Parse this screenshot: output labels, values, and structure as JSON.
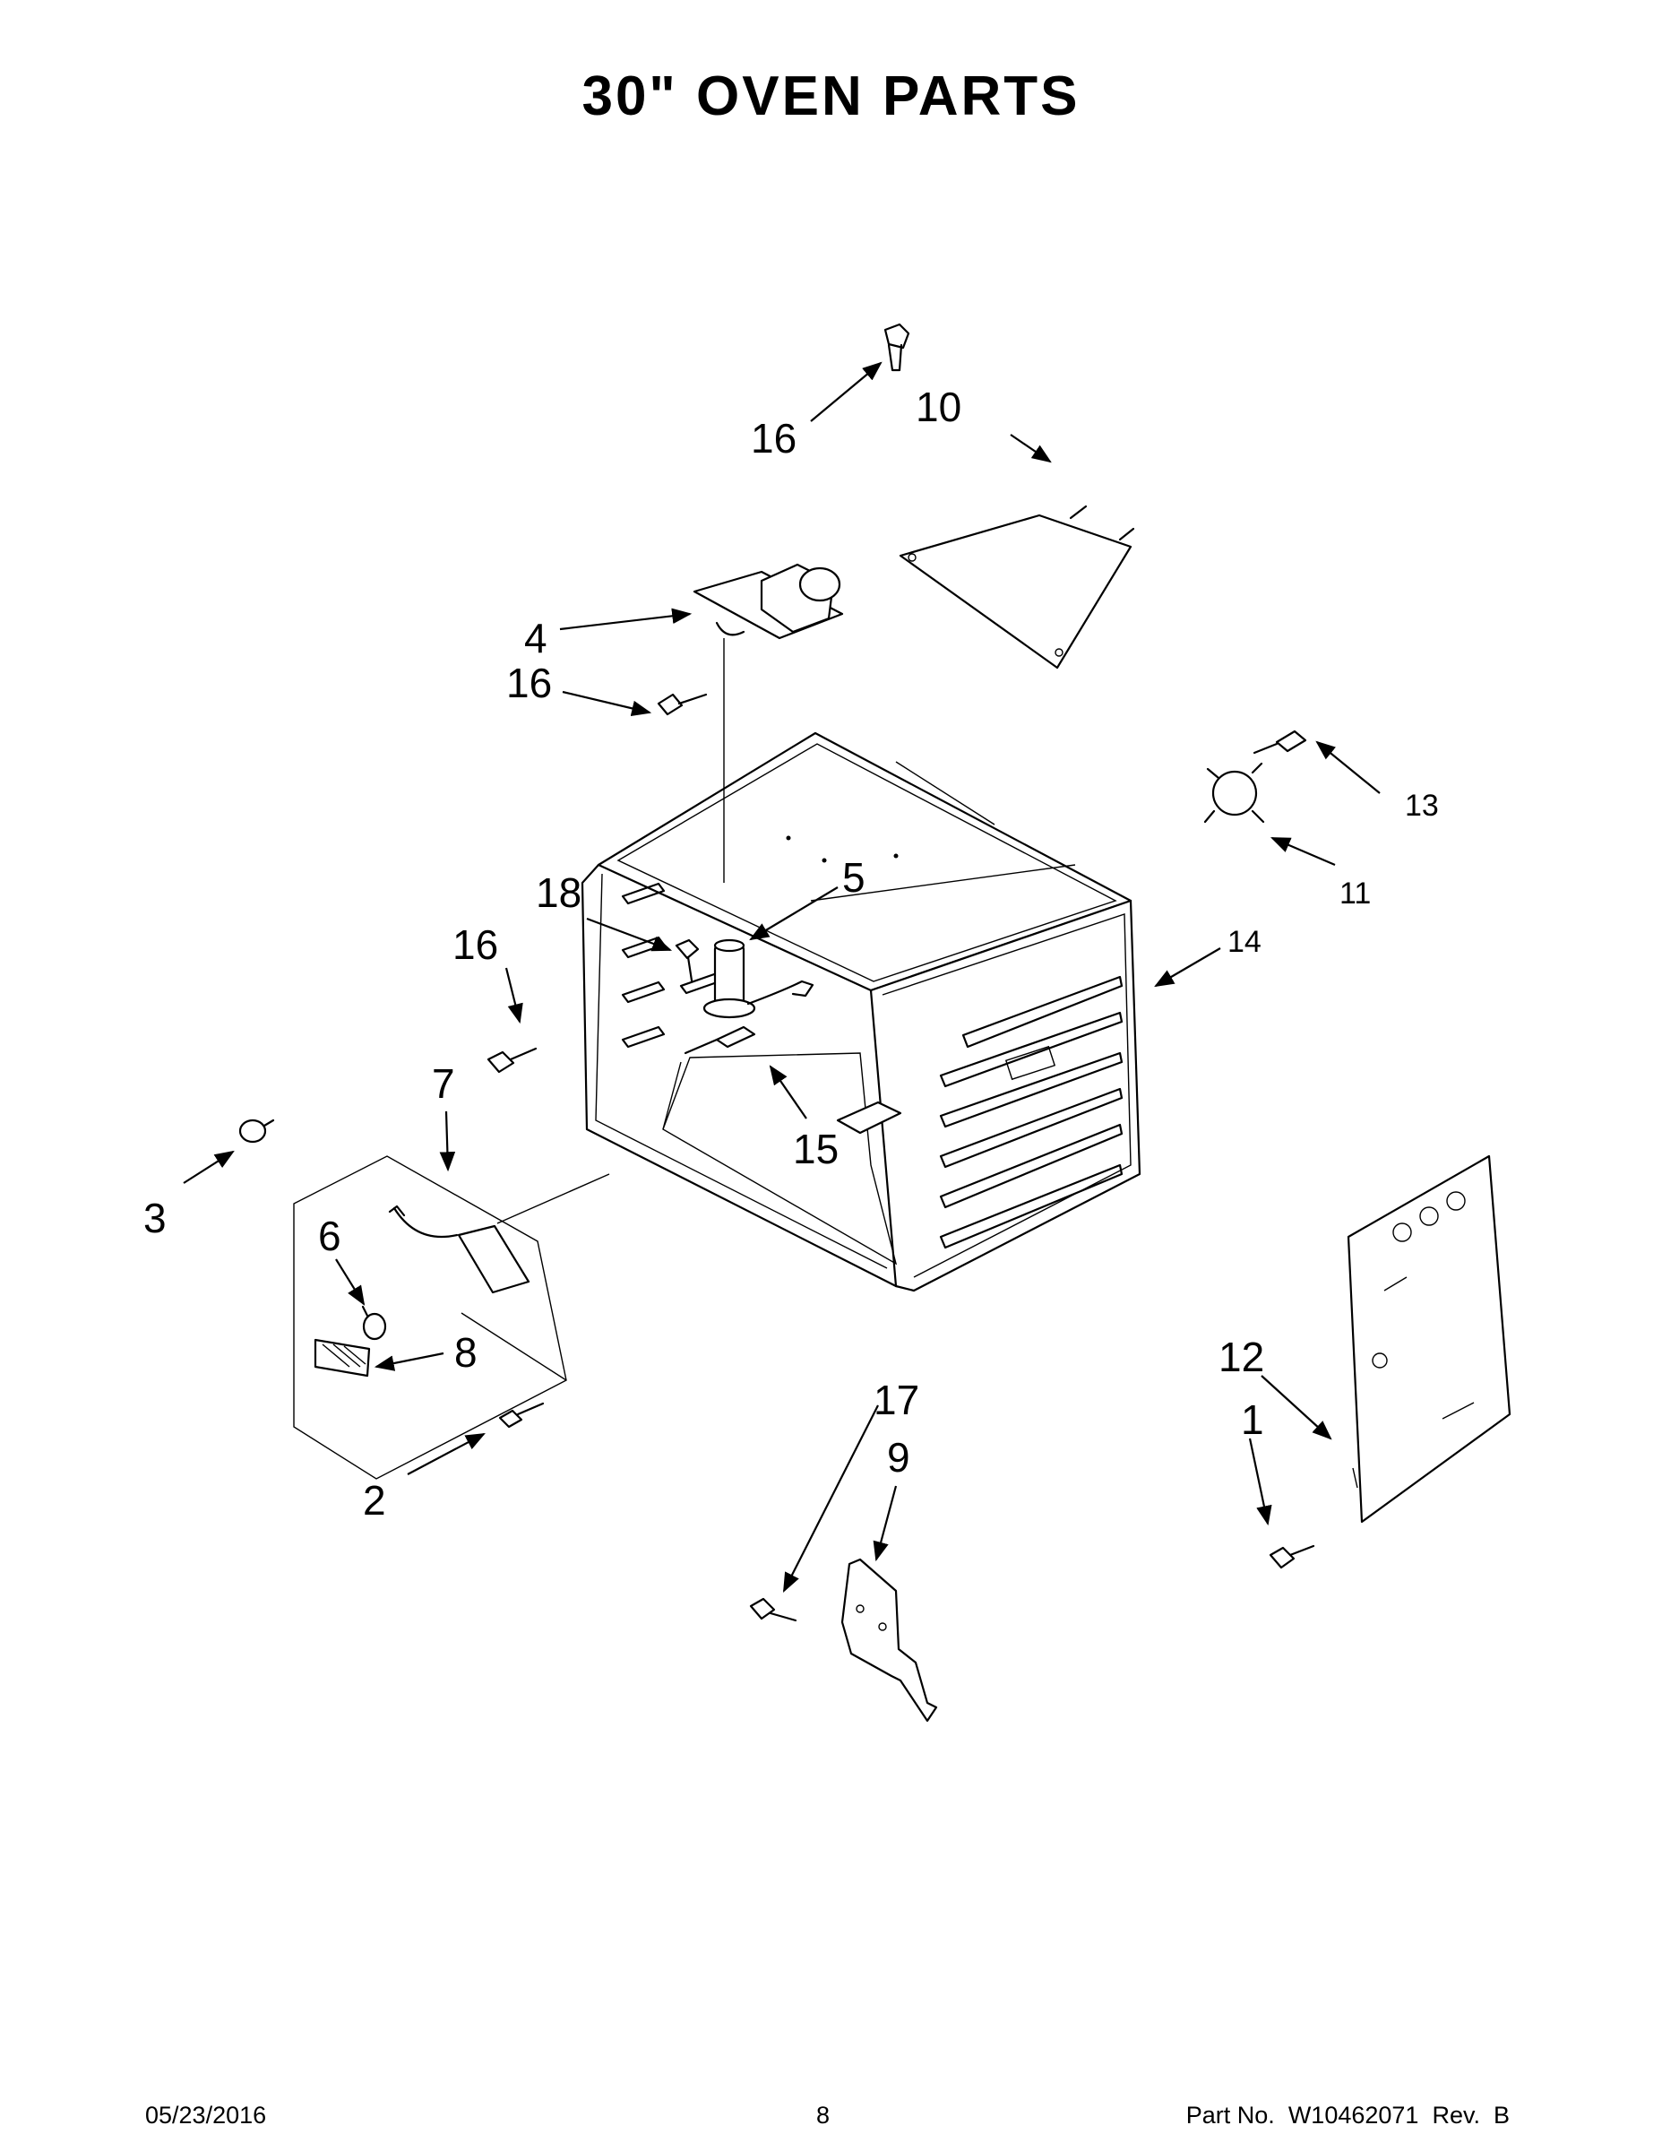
{
  "title": "30\" OVEN PARTS",
  "footer": {
    "date": "05/23/2016",
    "page": "8",
    "part_label": "Part No.",
    "part_number": "W10462071",
    "revision": "Rev.  B"
  },
  "callouts": {
    "c1": "1",
    "c2": "2",
    "c3": "3",
    "c4": "4",
    "c5": "5",
    "c6": "6",
    "c7": "7",
    "c8": "8",
    "c9": "9",
    "c10": "10",
    "c11": "11",
    "c12": "12",
    "c13": "13",
    "c14": "14",
    "c15": "15",
    "c16a": "16",
    "c16b": "16",
    "c16c": "16",
    "c17": "17",
    "c18": "18"
  }
}
